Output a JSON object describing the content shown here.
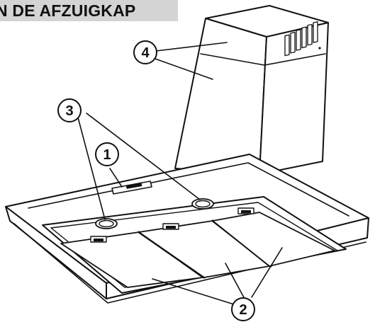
{
  "header": {
    "title": "N DE AFZUIGKAP"
  },
  "callouts": [
    {
      "number": "1"
    },
    {
      "number": "2"
    },
    {
      "number": "3"
    },
    {
      "number": "4"
    }
  ],
  "colors": {
    "line": "#111111",
    "title_band": "#d4d4d4",
    "background": "#ffffff"
  }
}
